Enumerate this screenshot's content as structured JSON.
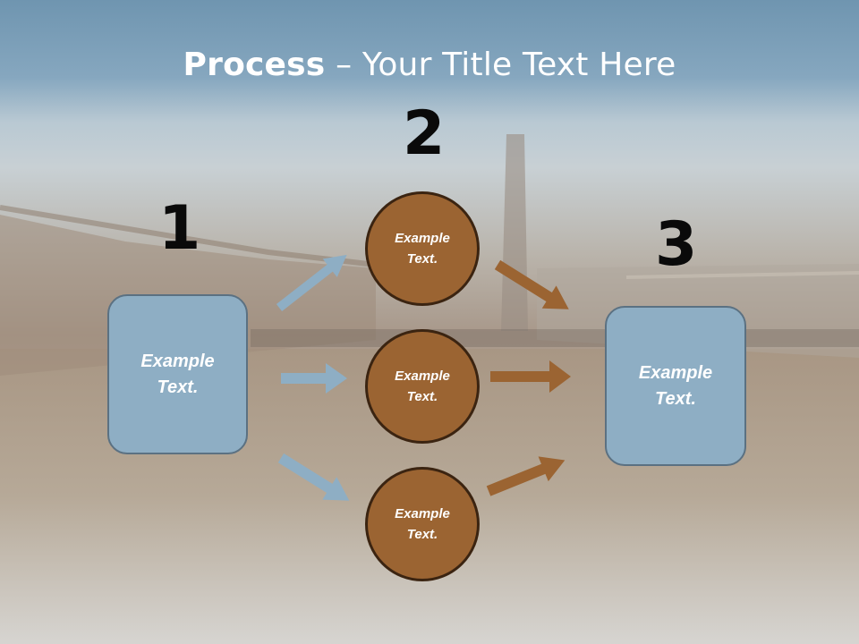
{
  "title": {
    "bold": "Process",
    "rest": " – Your Title Text Here"
  },
  "steps": [
    {
      "number": "1",
      "label": "Example Text."
    },
    {
      "number": "2",
      "labels": [
        "Example Text.",
        "Example Text.",
        "Example Text."
      ]
    },
    {
      "number": "3",
      "label": "Example Text."
    }
  ],
  "colors": {
    "box": "#8eaec4",
    "circle": "#9b6432",
    "arrow_blue": "#8eaec4",
    "arrow_brown": "#9b6432"
  }
}
